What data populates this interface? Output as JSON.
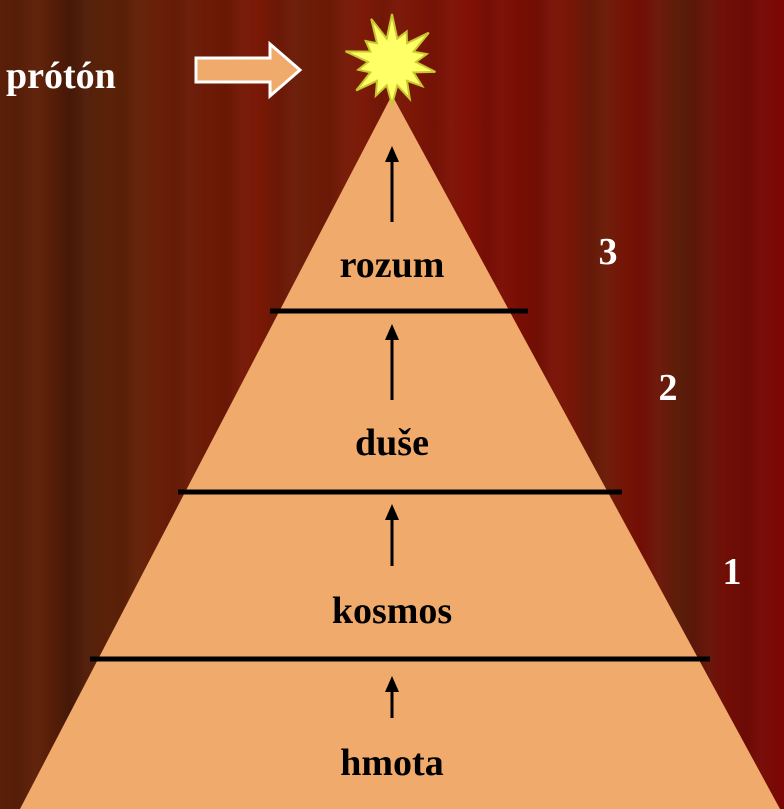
{
  "colors": {
    "pyramid_fill": "#f0aa6c",
    "line": "#000000",
    "star_fill": "#ffff66",
    "star_stroke": "#c8c830",
    "arrow_fill": "#f0aa6c",
    "arrow_stroke": "#ffffff",
    "number_text": "#ffffff",
    "label_text": "#000000"
  },
  "top_label": "prótón",
  "icons": {
    "star": "star-burst-icon",
    "arrow": "right-arrow-icon"
  },
  "levels": [
    {
      "label": "rozum"
    },
    {
      "label": "duše"
    },
    {
      "label": "kosmos"
    },
    {
      "label": "hmota"
    }
  ],
  "numbers": [
    "3",
    "2",
    "1"
  ]
}
